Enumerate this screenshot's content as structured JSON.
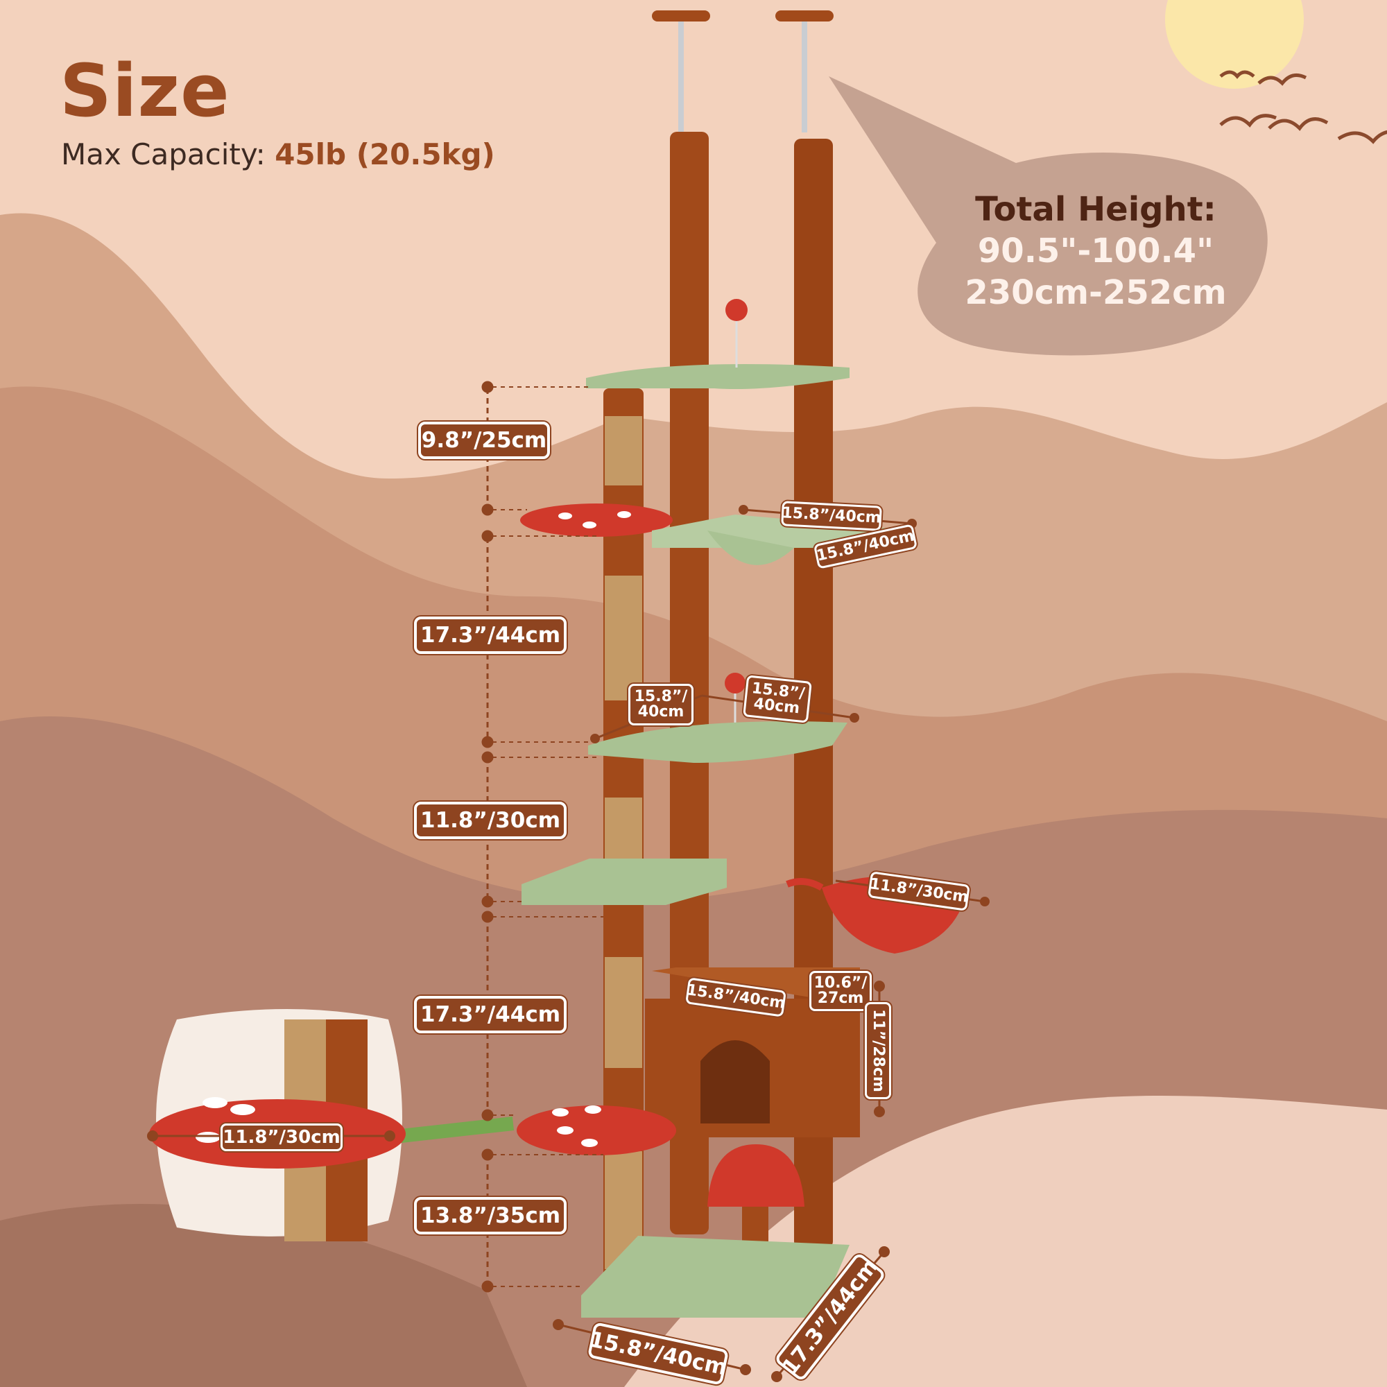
{
  "header": {
    "title": "Size",
    "capacity_label": "Max Capacity:",
    "capacity_value": "45lb (20.5kg)"
  },
  "total_height": {
    "label": "Total Height:",
    "inches": "90.5\"-100.4\"",
    "cm": "230cm-252cm"
  },
  "vertical_dimensions": {
    "top_gap": "9.8”/25cm",
    "upper_gap": "17.3”/44cm",
    "middle_gap": "11.8”/30cm",
    "lower_gap": "17.3”/44cm",
    "bottom_gap": "13.8”/35cm"
  },
  "hammock": {
    "width": "15.8”/40cm",
    "depth": "15.8”/40cm"
  },
  "middle_platform": {
    "left": "15.8”/\n40cm",
    "right": "15.8”/\n40cm"
  },
  "basket": {
    "diameter": "11.8”/30cm"
  },
  "condo": {
    "width": "15.8”/40cm",
    "depth": "10.6”/\n27cm",
    "height": "11”/28cm"
  },
  "mushroom_platform": {
    "diameter": "11.8”/30cm"
  },
  "base": {
    "width": "15.8”/40cm",
    "depth": "17.3”/44cm"
  },
  "colors": {
    "background": "#f3d2bd",
    "brown_post": "#a24a1a",
    "sisal": "#c49a66",
    "green_plush": "#a9c293",
    "red_mushroom": "#d0392b",
    "label_bg": "#8e4420",
    "title": "#9a4b22"
  }
}
